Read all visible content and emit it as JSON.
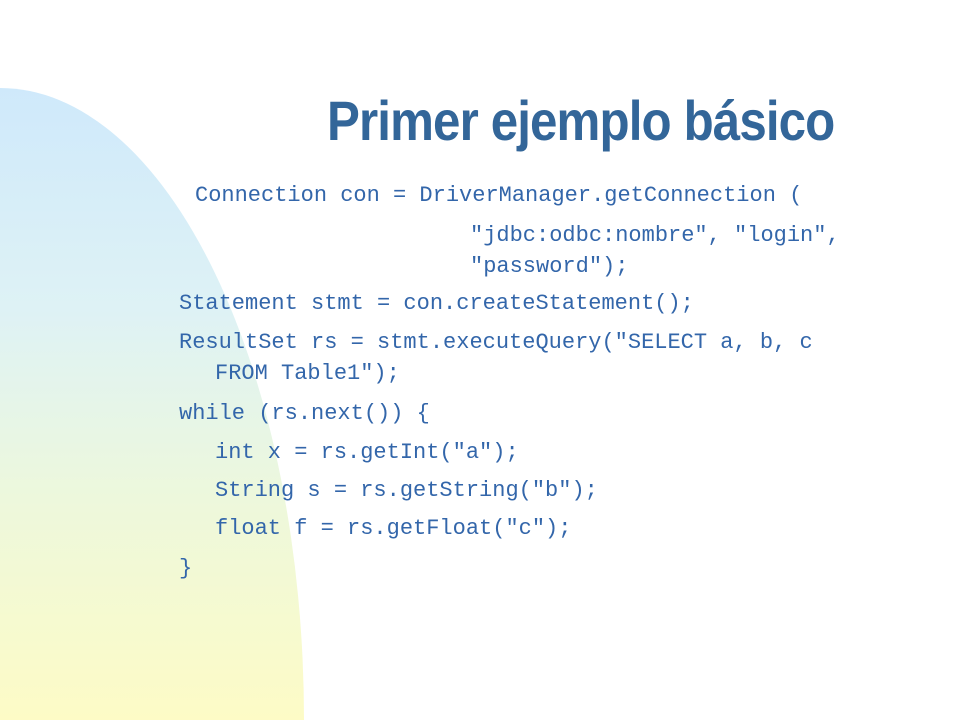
{
  "title": "Primer ejemplo básico",
  "code_lines": [
    "Connection con = DriverManager.getConnection (",
    "\"jdbc:odbc:nombre\", \"login\",",
    "\"password\");",
    "Statement stmt = con.createStatement();",
    "ResultSet rs = stmt.executeQuery(\"SELECT a, b, c",
    "FROM Table1\");",
    "while (rs.next()) {",
    "int x = rs.getInt(\"a\");",
    "String s = rs.getString(\"b\");",
    "float f = rs.getFloat(\"c\");",
    "}"
  ],
  "colors": {
    "title": "#336699",
    "code": "#3366aa"
  }
}
